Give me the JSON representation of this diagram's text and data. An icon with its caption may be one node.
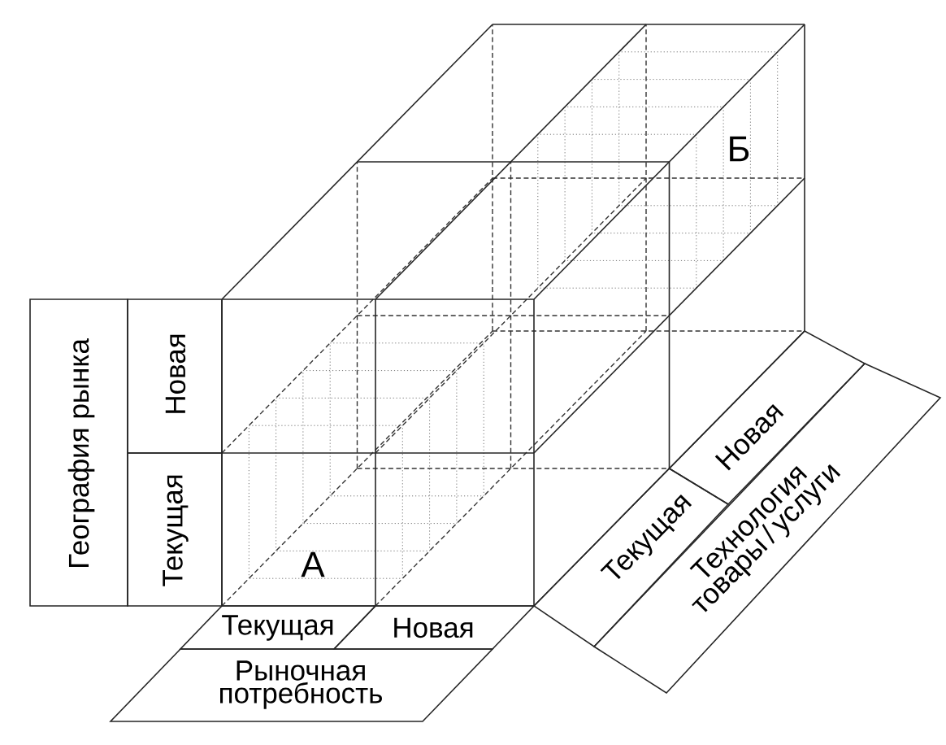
{
  "diagram": {
    "nodes": [
      {
        "text": [
          "География рынка"
        ]
      },
      {
        "text": [
          "Новая"
        ]
      },
      {
        "text": [
          "Текущая"
        ]
      },
      {
        "text": [
          "Текущая"
        ]
      },
      {
        "text": [
          "Новая"
        ]
      },
      {
        "text": [
          "Рыночная потребность"
        ]
      },
      {
        "text": [
          "Текущая"
        ]
      },
      {
        "text": [
          "Новая"
        ]
      },
      {
        "text": [
          "Технология товары / услуги"
        ]
      }
    ],
    "labels": [
      "Б",
      "А"
    ]
  }
}
